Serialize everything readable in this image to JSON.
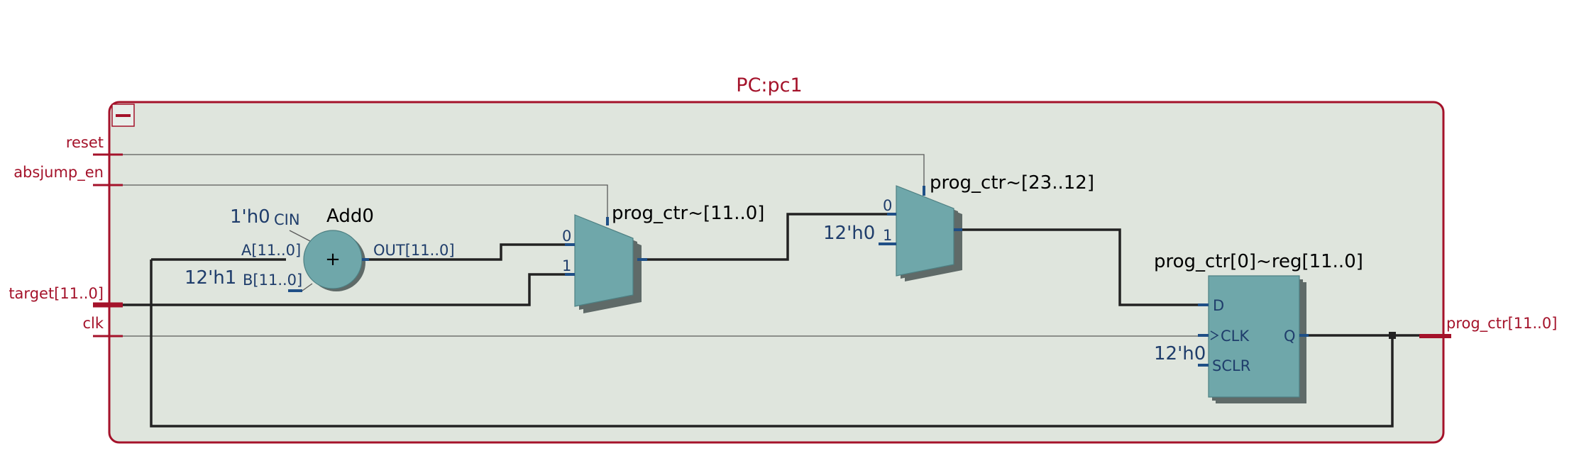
{
  "module": {
    "title": "PC:pc1"
  },
  "inputs": [
    {
      "id": "reset",
      "label": "reset"
    },
    {
      "id": "absjump_en",
      "label": "absjump_en"
    },
    {
      "id": "target",
      "label": "target[11..0]"
    },
    {
      "id": "clk",
      "label": "clk"
    }
  ],
  "output": {
    "label": "prog_ctr[11..0]"
  },
  "adder": {
    "name": "Add0",
    "symbol": "+",
    "pins": {
      "cin": "CIN",
      "a": "A[11..0]",
      "b": "B[11..0]",
      "out": "OUT[11..0]"
    },
    "const_cin": "1'h0",
    "const_b": "12'h1"
  },
  "mux1": {
    "name": "prog_ctr~[11..0]",
    "in0": "0",
    "in1": "1"
  },
  "mux2": {
    "name": "prog_ctr~[23..12]",
    "in0": "0",
    "in1": "1",
    "const_in1": "12'h0"
  },
  "register": {
    "name": "prog_ctr[0]~reg[11..0]",
    "pins": {
      "d": "D",
      "clk": "CLK",
      "sclr": "SCLR",
      "q": "Q"
    },
    "const_sclr": "12'h0"
  },
  "colors": {
    "frame": "#a4122a",
    "module_fill": "#dfe5dd",
    "block_fill": "#6fa7aa",
    "block_shadow": "#5f6a68",
    "wire": "#222222"
  }
}
